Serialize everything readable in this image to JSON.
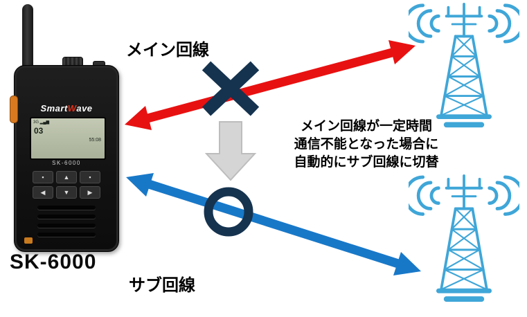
{
  "diagram": {
    "device": {
      "brand_prefix": "Smart",
      "brand_mark": "W",
      "brand_suffix": "ave",
      "brand_mark_style": "color:#e03018",
      "lcd_line1": "3G ▂▄▆",
      "lcd_line2": "03",
      "lcd_line3": "55:08",
      "screen_model": "SK-6000",
      "buttons": {
        "b1": "▪",
        "b2": "▲",
        "b3": "▪",
        "b4": "◀",
        "b5": "▼",
        "b6": "▶"
      },
      "label": "SK-6000"
    },
    "labels": {
      "main_line": "メイン回線",
      "sub_line": "サブ回線"
    },
    "note": {
      "line1": "メイン回線が一定時間",
      "line2": "通信不能となった場合に",
      "line3": "自動的にサブ回線に切替"
    },
    "colors": {
      "main_arrow": "#e81111",
      "sub_arrow": "#1878c8",
      "mark": "#15334f",
      "tower": "#3fa6d8",
      "switch_fill": "#d5d5d5",
      "switch_edge": "#bdbdbd"
    }
  }
}
